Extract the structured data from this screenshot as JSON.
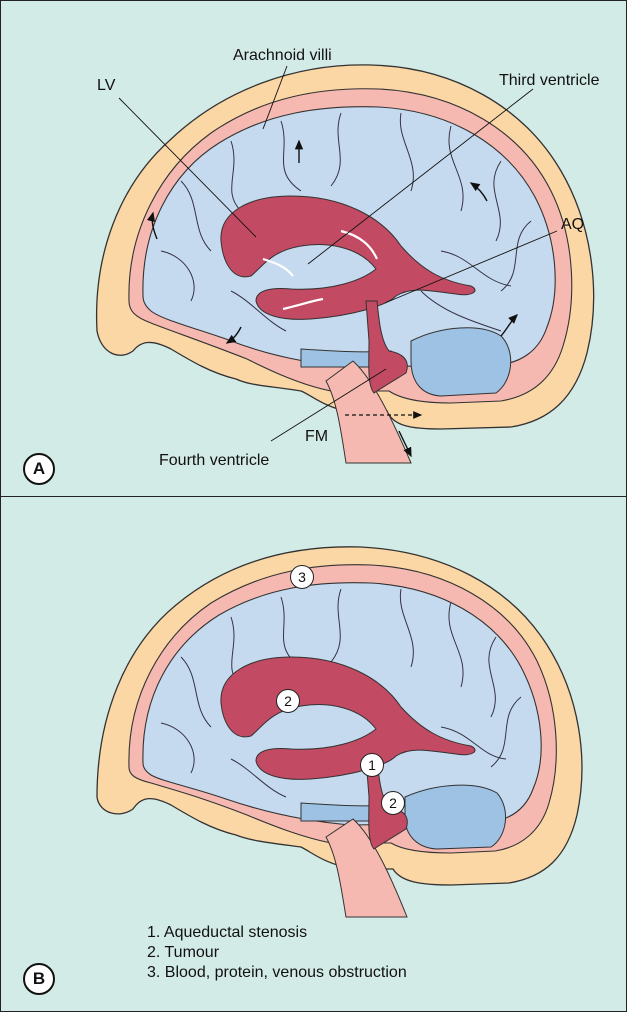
{
  "panel_a": {
    "letter": "A",
    "labels": {
      "arachnoid": "Arachnoid villi",
      "third": "Third ventricle",
      "lv": "LV",
      "aq": "AQ",
      "fm": "FM",
      "fourth": "Fourth ventricle"
    }
  },
  "panel_b": {
    "letter": "B",
    "markers": [
      "3",
      "2",
      "1",
      "2"
    ],
    "legend": [
      "1. Aqueductal stenosis",
      "2. Tumour",
      "3. Blood, protein, venous obstruction"
    ]
  },
  "colors": {
    "background": "#d3ebe6",
    "skull": "#fbd7a5",
    "meninges": "#f6b9b1",
    "brain": "#c6daef",
    "ventricle": "#c24a63",
    "cerebellum": "#9ec2e4"
  }
}
